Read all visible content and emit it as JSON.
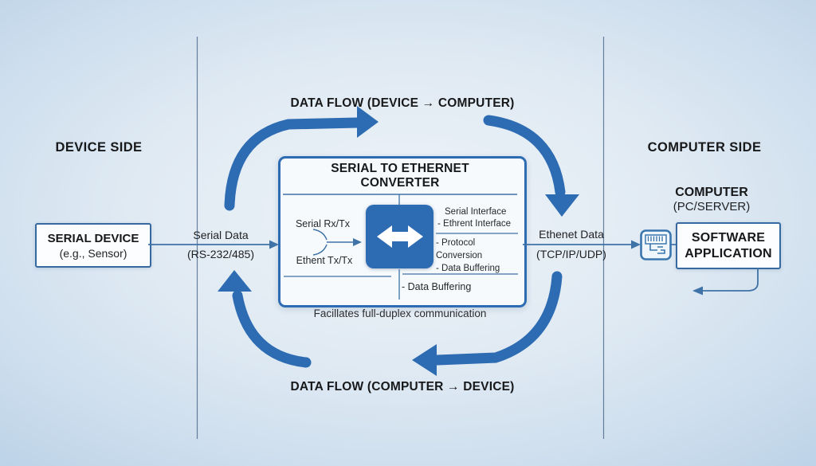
{
  "headers": {
    "device_side": "DEVICE SIDE",
    "computer_side": "COMPUTER SIDE"
  },
  "flow": {
    "top": "DATA FLOW (DEVICE → COMPUTER)",
    "bottom": "DATA FLOW (COMPUTER → DEVICE)"
  },
  "device_box": {
    "title": "SERIAL DEVICE",
    "subtitle": "(e.g., Sensor)"
  },
  "serial_link": {
    "line1": "Serial Data",
    "line2": "(RS-232/485)"
  },
  "converter": {
    "title1": "SERIAL TO ETHERNET",
    "title2": "CONVERTER",
    "left1": "Serial Rx/Tx",
    "left2": "Ethent Tx/Tx",
    "right1": "Serial Interface",
    "right2": "- Ethrent Interface",
    "right3": "- Protocol Conversion",
    "right4": "- Data Buffering",
    "bottom": "- Data Buffering",
    "caption": "Facillates full-duplex communication"
  },
  "ethernet_link": {
    "line1": "Ethenet Data",
    "line2": "(TCP/IP/UDP)"
  },
  "computer": {
    "line1": "COMPUTER",
    "line2": "(PC/SERVER)"
  },
  "software_box": {
    "line1": "SOFTWARE",
    "line2": "APPLICATION"
  },
  "icons": {
    "converter_icon": "double-headed-arrow-icon",
    "ethernet_icon": "ethernet-port-icon"
  },
  "colors": {
    "accent_blue": "#2d6cb2",
    "thin_line_blue": "#3f72a6",
    "text_dark": "#17181a",
    "background_edge": "#bdd3e7",
    "background_center": "#eef3f8",
    "converter_bg": "#f6fafd"
  }
}
